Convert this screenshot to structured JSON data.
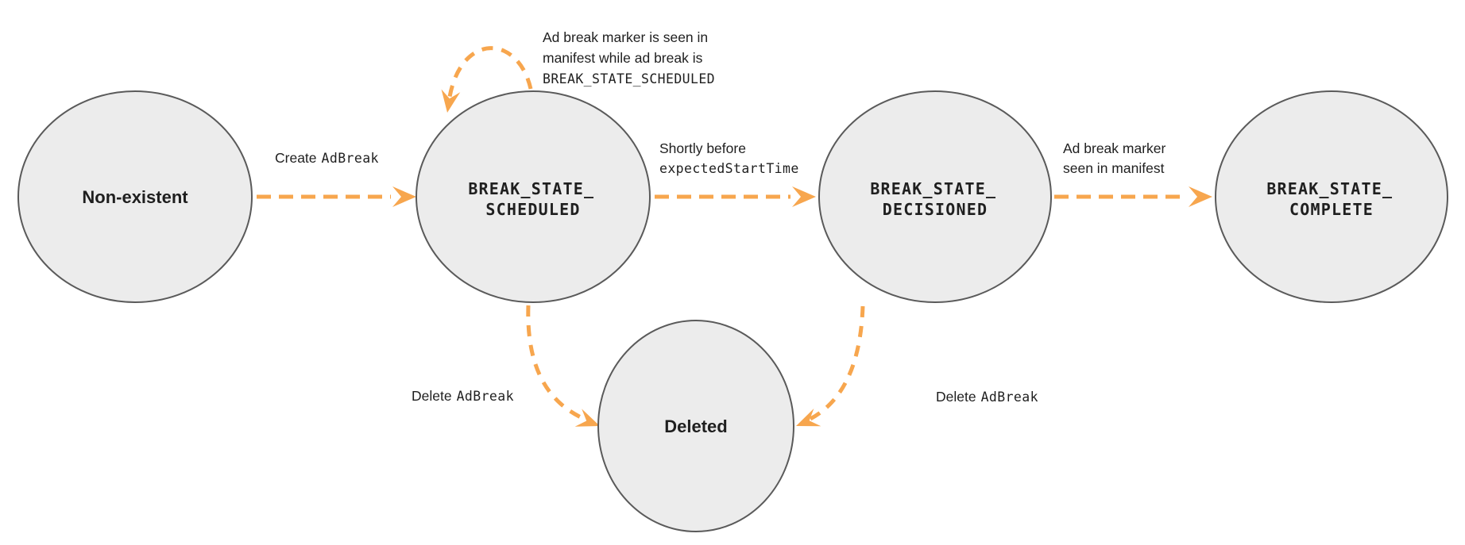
{
  "diagram": {
    "type": "state-transition-diagram",
    "background": "#ffffff",
    "colors": {
      "arrow_orange": "#F7A64E",
      "node_fill": "#ECECEC",
      "node_stroke": "#5A5A5A",
      "text": "#1F1F1F"
    },
    "nodes": {
      "non_existent": {
        "label": "Non-existent"
      },
      "scheduled": {
        "line1": "BREAK_STATE_",
        "line2": "SCHEDULED"
      },
      "decisioned": {
        "line1": "BREAK_STATE_",
        "line2": "DECISIONED"
      },
      "complete": {
        "line1": "BREAK_STATE_",
        "line2": "COMPLETE"
      },
      "deleted": {
        "label": "Deleted"
      }
    },
    "edges": {
      "create_adbreak": {
        "from": "non_existent",
        "to": "scheduled",
        "text": "Create",
        "code": "AdBreak"
      },
      "self_loop": {
        "from": "scheduled",
        "to": "scheduled",
        "line1": "Ad break marker is seen in",
        "line2": "manifest while ad break is",
        "line3_code": "BREAK_STATE_SCHEDULED"
      },
      "shortly_before": {
        "from": "scheduled",
        "to": "decisioned",
        "line1": "Shortly before",
        "line2_code": "expectedStartTime"
      },
      "marker_seen": {
        "from": "decisioned",
        "to": "complete",
        "line1": "Ad break marker",
        "line2": "seen in manifest"
      },
      "delete_from_scheduled": {
        "from": "scheduled",
        "to": "deleted",
        "text": "Delete",
        "code": "AdBreak"
      },
      "delete_from_decisioned": {
        "from": "decisioned",
        "to": "deleted",
        "text": "Delete",
        "code": "AdBreak"
      }
    }
  }
}
